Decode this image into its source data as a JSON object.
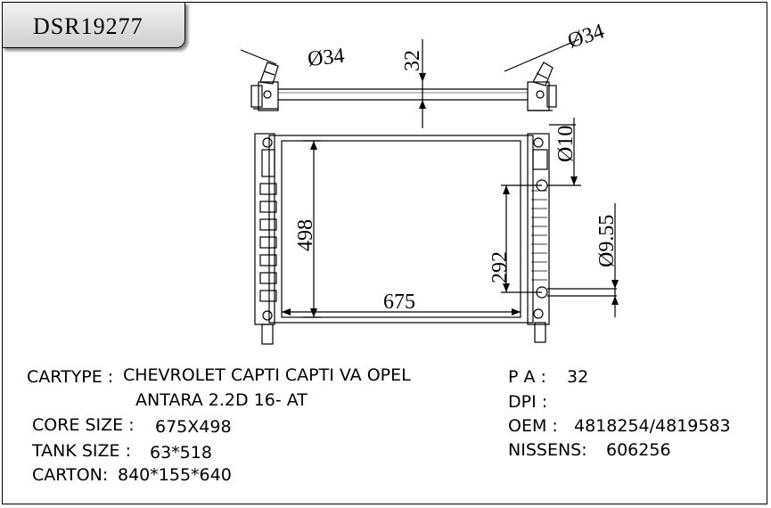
{
  "header": {
    "code": "DSR19277"
  },
  "dimensions": {
    "inlet_dia": "Ø34",
    "outlet_dia": "Ø34",
    "tank_offset": "32",
    "core_height": "498",
    "core_width": "675",
    "port_dia": "Ø10",
    "port_spacing": "292",
    "port2_dia": "Ø9.55"
  },
  "specs": {
    "cartype_label": "CARTYPE :",
    "cartype_line1": "CHEVROLET CAPTI CAPTI VA OPEL",
    "cartype_line2": "ANTARA 2.2D 16- AT",
    "core_size_label": "CORE SIZE :",
    "core_size_value": "675X498",
    "tank_size_label": "TANK SIZE :",
    "tank_size_value": "63*518",
    "carton_label": "CARTON:",
    "carton_value": "840*155*640",
    "pa_label": "P A :",
    "pa_value": "32",
    "dpi_label": "DPI :",
    "dpi_value": "",
    "oem_label": "OEM :",
    "oem_value": "4818254/4819583",
    "nissens_label": "NISSENS:",
    "nissens_value": "606256"
  }
}
